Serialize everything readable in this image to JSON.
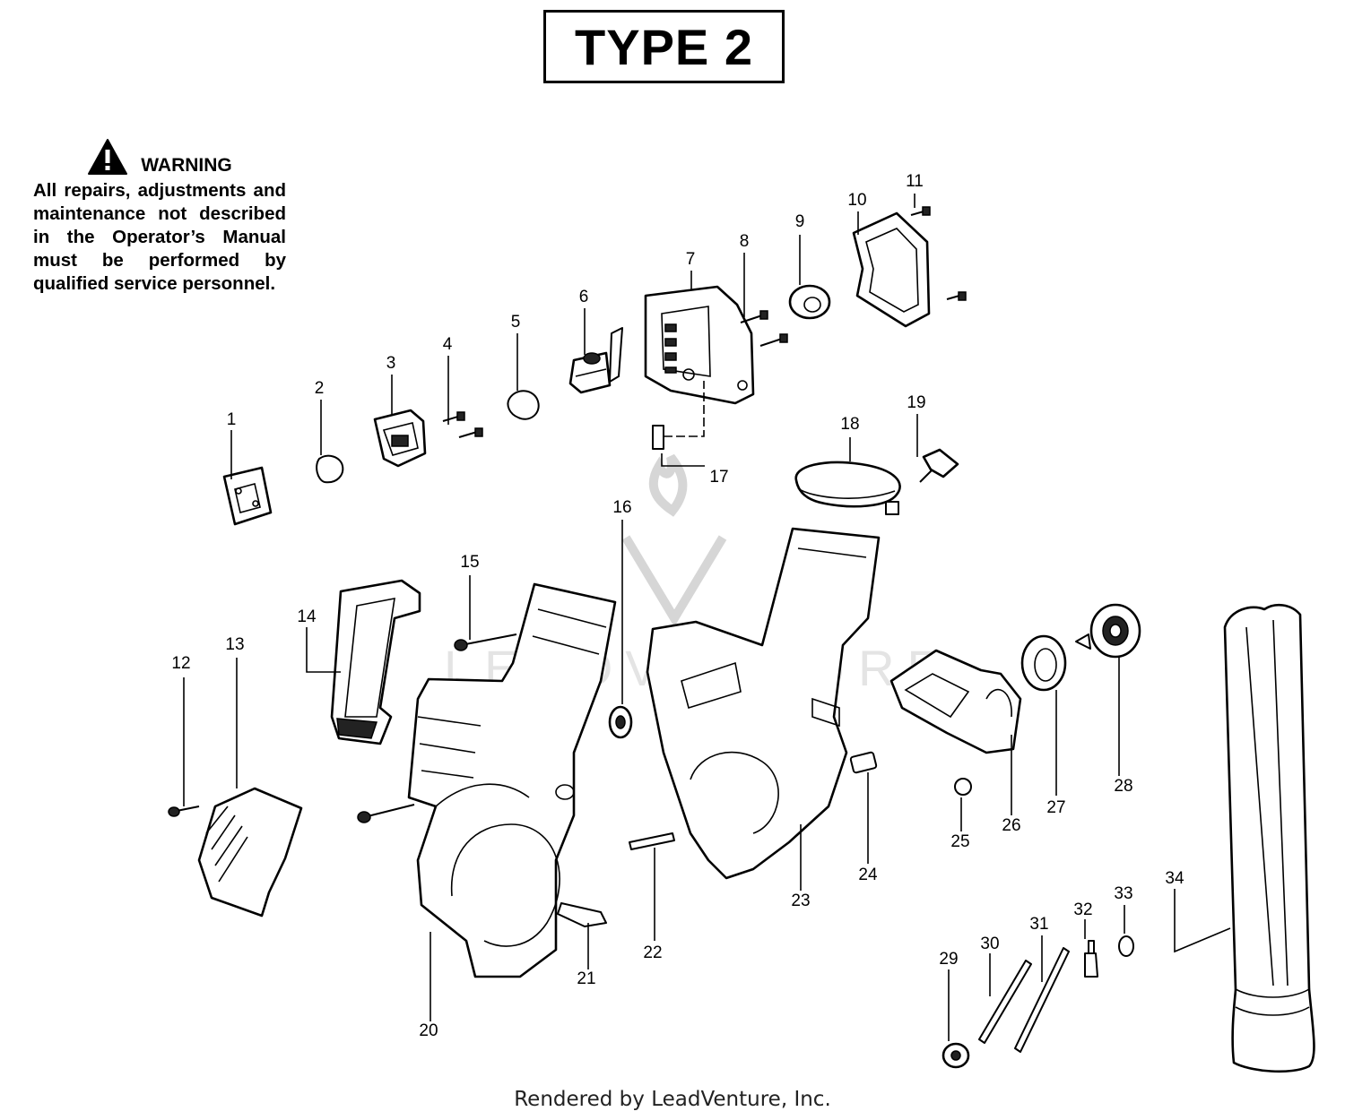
{
  "title": "TYPE 2",
  "warning": {
    "icon": "warning-triangle-icon",
    "heading": "WARNING",
    "text": "All repairs, adjustments and maintenance not described in the Operator’s Manual must be performed by qualified service personnel."
  },
  "parts": [
    {
      "label": "1"
    },
    {
      "label": "2"
    },
    {
      "label": "3"
    },
    {
      "label": "4"
    },
    {
      "label": "5"
    },
    {
      "label": "6"
    },
    {
      "label": "7"
    },
    {
      "label": "8"
    },
    {
      "label": "9"
    },
    {
      "label": "10"
    },
    {
      "label": "11"
    },
    {
      "label": "12"
    },
    {
      "label": "13"
    },
    {
      "label": "14"
    },
    {
      "label": "15"
    },
    {
      "label": "16"
    },
    {
      "label": "17"
    },
    {
      "label": "18"
    },
    {
      "label": "19"
    },
    {
      "label": "20"
    },
    {
      "label": "21"
    },
    {
      "label": "22"
    },
    {
      "label": "23"
    },
    {
      "label": "24"
    },
    {
      "label": "25"
    },
    {
      "label": "26"
    },
    {
      "label": "27"
    },
    {
      "label": "28"
    },
    {
      "label": "29"
    },
    {
      "label": "30"
    },
    {
      "label": "31"
    },
    {
      "label": "32"
    },
    {
      "label": "33"
    },
    {
      "label": "34"
    }
  ],
  "watermark": "LEADVENTURE",
  "footer": "Rendered by LeadVenture, Inc."
}
